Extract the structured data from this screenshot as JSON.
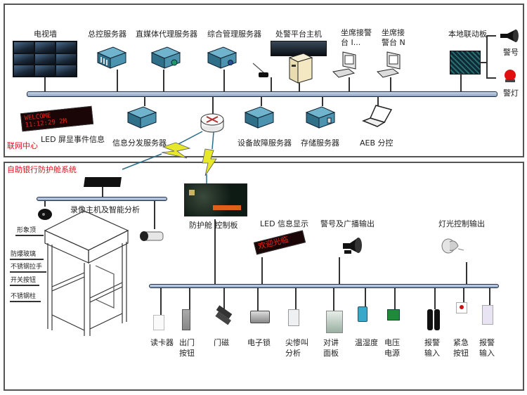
{
  "sections": {
    "center": "联网中心",
    "booth_system": "自助银行防护舱系统"
  },
  "center_top": {
    "tv_wall": "电视墙",
    "master_server": "总控服务器",
    "media_proxy_server": "直媒体代理服务器",
    "integrated_mgmt_server": "综合管理服务器",
    "alarm_platform_host": "处警平台主机",
    "seat_1": "坐席接警台 I...",
    "seat_1_line1": "坐席接警",
    "seat_1_line2": "台 I...",
    "seat_n_line1": "坐席接",
    "seat_n_line2": "警台 N",
    "local_linkage_board": "本地联动板",
    "siren": "警号",
    "alarm_light": "警灯"
  },
  "center_bottom": {
    "led_event": "LED 屏显事件信息",
    "led_screen_text": [
      "WELCOME",
      "11:12:29 2M"
    ],
    "info_dist_server": "信息分发服务器",
    "device_fault_server": "设备故障服务器",
    "storage_server": "存储服务器",
    "aeb_sub": "AEB 分控"
  },
  "booth": {
    "nvr": "录像主机及智能分析",
    "control_board": "防护舱 控制板",
    "led_info": "LED 信息显示",
    "led_text": "欢迎光临",
    "siren_broadcast": "警号及广播输出",
    "light_control": "灯光控制输出",
    "parts": [
      "形象顶",
      "防爆玻璃",
      "不锈钢拉手",
      "开关按钮",
      "不锈钢柱"
    ]
  },
  "devices": [
    {
      "l1": "读卡器",
      "l2": ""
    },
    {
      "l1": "出门",
      "l2": "按钮"
    },
    {
      "l1": "门磁",
      "l2": ""
    },
    {
      "l1": "电子锁",
      "l2": ""
    },
    {
      "l1": "尖惨叫",
      "l2": "分析"
    },
    {
      "l1": "对讲",
      "l2": "面板"
    },
    {
      "l1": "温湿度",
      "l2": ""
    },
    {
      "l1": "电压",
      "l2": "电源"
    },
    {
      "l1": "报警",
      "l2": "输入"
    },
    {
      "l1": "紧急",
      "l2": "按钮"
    },
    {
      "l1": "报警",
      "l2": "输入"
    }
  ],
  "colors": {
    "section_label": "#e0101a",
    "bus_fill": "#b7c6dc",
    "bus_border": "#1d2a44",
    "wireless_bolt": "#e8e82a",
    "server_body": "#3d7f9a"
  }
}
